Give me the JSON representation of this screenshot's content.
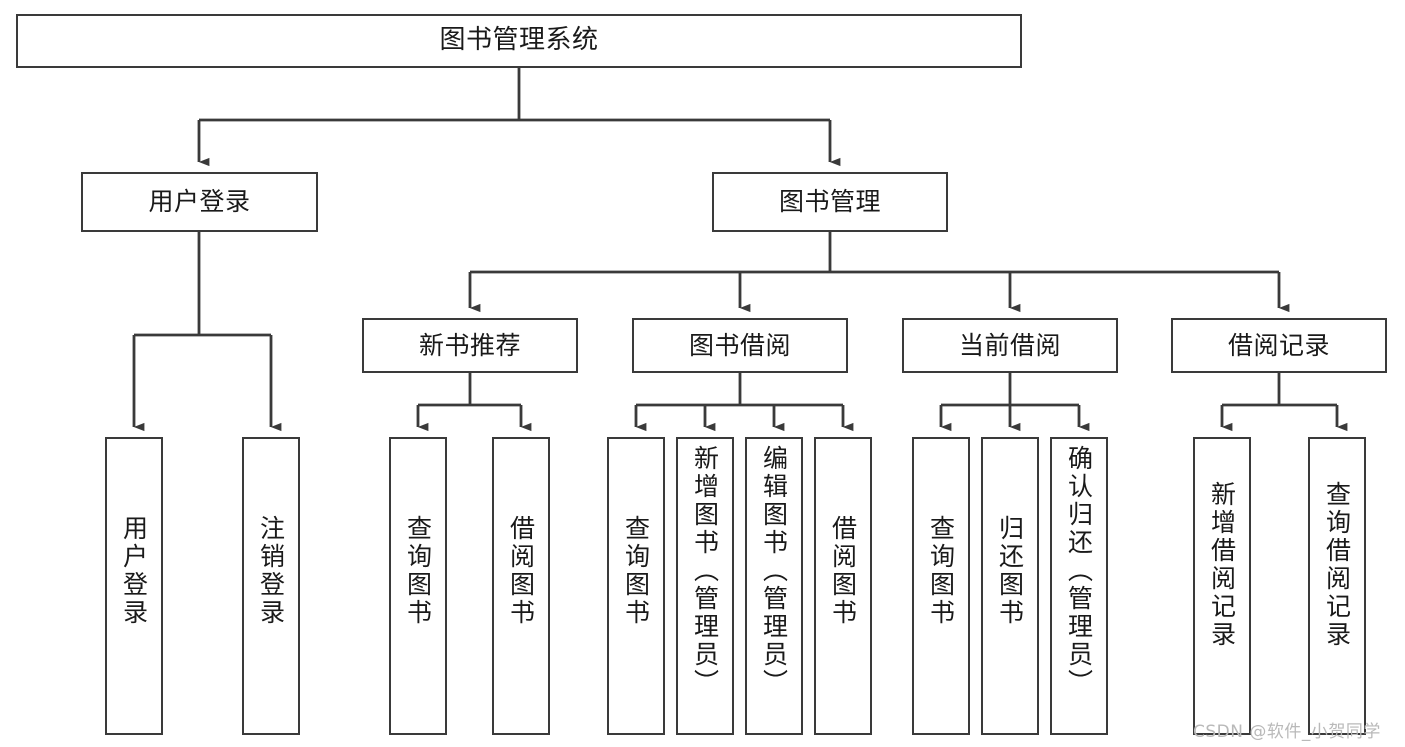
{
  "diagram": {
    "title": "图书管理系统",
    "type": "tree-hierarchy",
    "watermark": "CSDN @软件_小贺同学",
    "colors": {
      "box_border": "#3a3a3a",
      "box_fill": "#ffffff",
      "connector": "#3a3a3a",
      "text": "#1a1a1a",
      "watermark": "#b9b9b9",
      "background": "#ffffff"
    },
    "root": {
      "label": "图书管理系统"
    },
    "level2": [
      {
        "key": "user_login",
        "label": "用户登录"
      },
      {
        "key": "book_manage",
        "label": "图书管理"
      }
    ],
    "level3": [
      {
        "key": "new_book_rec",
        "label": "新书推荐"
      },
      {
        "key": "book_borrow",
        "label": "图书借阅"
      },
      {
        "key": "current_borrow",
        "label": "当前借阅"
      },
      {
        "key": "borrow_record",
        "label": "借阅记录"
      }
    ],
    "leaves": {
      "user_login": [
        {
          "label": "用户登录"
        },
        {
          "label": "注销登录"
        }
      ],
      "new_book_rec": [
        {
          "label": "查询图书"
        },
        {
          "label": "借阅图书"
        }
      ],
      "book_borrow": [
        {
          "label": "查询图书"
        },
        {
          "label": "新增图书（管理员）"
        },
        {
          "label": "编辑图书（管理员）"
        },
        {
          "label": "借阅图书"
        }
      ],
      "current_borrow": [
        {
          "label": "查询图书"
        },
        {
          "label": "归还图书"
        },
        {
          "label": "确认归还（管理员）"
        }
      ],
      "borrow_record": [
        {
          "label": "新增借阅记录"
        },
        {
          "label": "查询借阅记录"
        }
      ]
    }
  }
}
